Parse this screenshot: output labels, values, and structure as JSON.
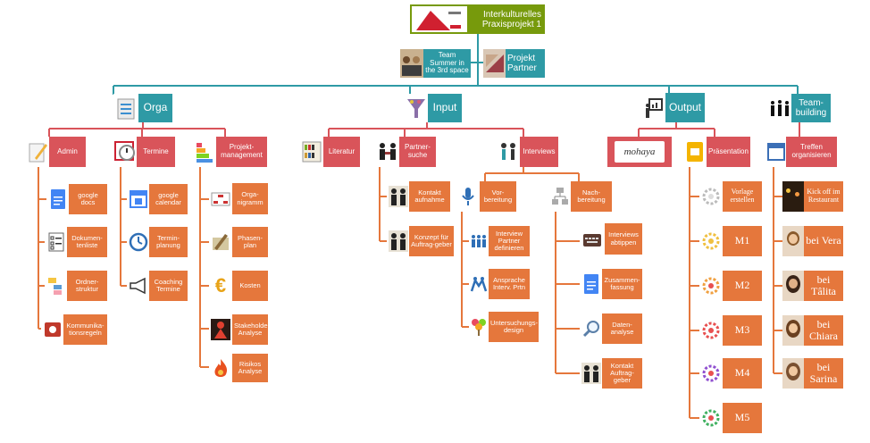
{
  "root": {
    "label": "Interkulturelles Praxisprojekt 1"
  },
  "team": {
    "label": "Team Summer in the 3rd space"
  },
  "partner": {
    "label": "Projekt Partner"
  },
  "orga": {
    "label": "Orga",
    "admin": {
      "label": "Admin",
      "items": [
        "google docs",
        "Dokumen-tenliste",
        "Ordner-struktur",
        "Kommunika-tionsregeln"
      ]
    },
    "termine": {
      "label": "Termine",
      "items": [
        "google calendar",
        "Termin-planung",
        "Coaching Termine"
      ]
    },
    "projekt": {
      "label": "Projekt-management",
      "items": [
        "Orga-nigramm",
        "Phasen-plan",
        "Kosten",
        "Stakeholder Analyse",
        "Risikos Analyse"
      ]
    }
  },
  "input": {
    "label": "Input",
    "literatur": {
      "label": "Literatur"
    },
    "partnersuche": {
      "label": "Partner-suche",
      "items": [
        "Kontakt aufnahme",
        "Konzept für Auftrag-geber"
      ]
    },
    "interviews": {
      "label": "Interviews",
      "vorbereitung": {
        "label": "Vor-bereitung",
        "items": [
          "Interview Partner definieren",
          "Ansprache Interv. Prtn",
          "Untersuchungs-design"
        ]
      },
      "nachbereitung": {
        "label": "Nach-bereitung",
        "items": [
          "Interviews abtippen",
          "Zusammen-fassung",
          "Daten-analyse",
          "Kontakt Auftrag-geber"
        ]
      }
    }
  },
  "output": {
    "label": "Output",
    "mohaya": {
      "label": "",
      "logo_text": "mohaya"
    },
    "praesentation": {
      "label": "Präsentation",
      "items": [
        "Vorlage erstellen",
        "M1",
        "M2",
        "M3",
        "M4",
        "M5"
      ]
    }
  },
  "teambuilding": {
    "label": "Team-building",
    "treffen": {
      "label": "Treffen organisieren",
      "items": [
        "Kick off im Restaurant",
        "bei Vera",
        "bei Tâlita",
        "bei Chiara",
        "bei Sarina"
      ]
    }
  },
  "colors": {
    "root": "#779a0c",
    "level1": "#2e9aa5",
    "level2": "#d9545a",
    "level3": "#e5773c"
  }
}
